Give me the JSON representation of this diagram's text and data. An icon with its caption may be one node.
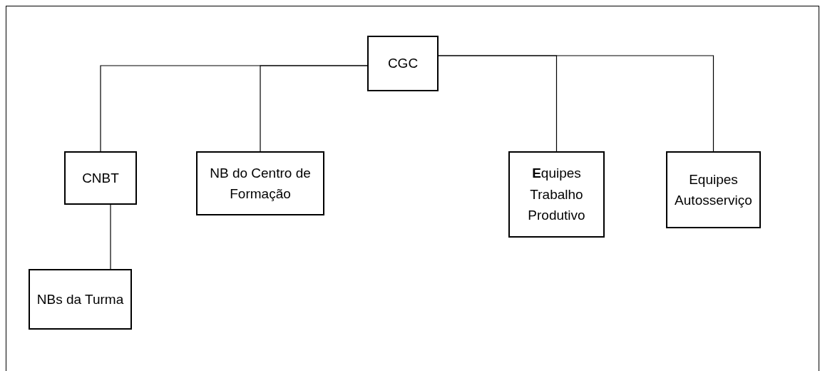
{
  "diagram": {
    "nodes": [
      {
        "text": [
          "CGC"
        ]
      },
      {
        "text": [
          "CNBT"
        ]
      },
      {
        "text": [
          "NB do Centro de Formação"
        ]
      },
      {
        "text": [
          "**E**quipes Trabalho Produtivo"
        ]
      },
      {
        "text": [
          "Equipes Autosserviço"
        ]
      },
      {
        "text": [
          "NBs da Turma"
        ]
      }
    ],
    "edges": [
      {
        "from": 0,
        "to": 1,
        "arrow": "none"
      },
      {
        "from": 0,
        "to": 2,
        "arrow": "none"
      },
      {
        "from": 0,
        "to": 3,
        "arrow": "none"
      },
      {
        "from": 0,
        "to": 4,
        "arrow": "none"
      },
      {
        "from": 1,
        "to": 5,
        "arrow": "none"
      }
    ]
  }
}
